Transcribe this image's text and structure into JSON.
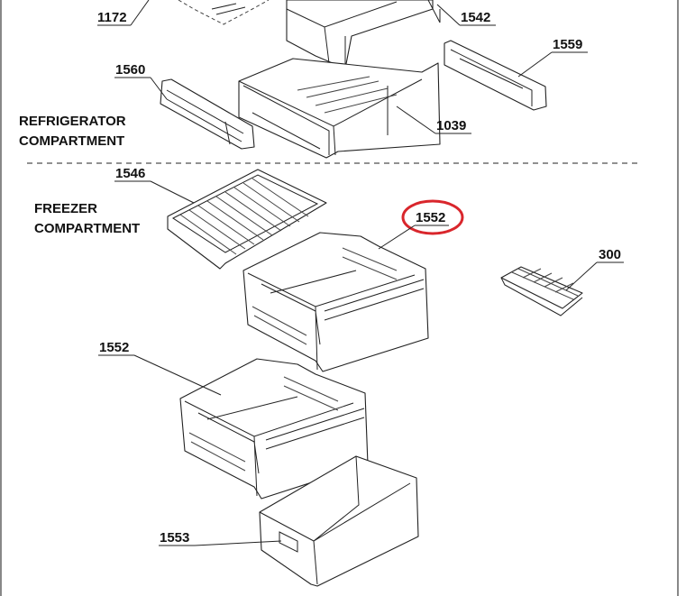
{
  "sections": {
    "refrigerator": [
      "REFRIGERATOR",
      "COMPARTMENT"
    ],
    "freezer": [
      "FREEZER",
      "COMPARTMENT"
    ]
  },
  "parts": {
    "p1172": "1172",
    "p1542": "1542",
    "p1559": "1559",
    "p1560": "1560",
    "p1039": "1039",
    "p1546": "1546",
    "p1552_top": "1552",
    "p300": "300",
    "p1552_bottom": "1552",
    "p1553": "1553"
  },
  "highlight_color": "#d9262c"
}
